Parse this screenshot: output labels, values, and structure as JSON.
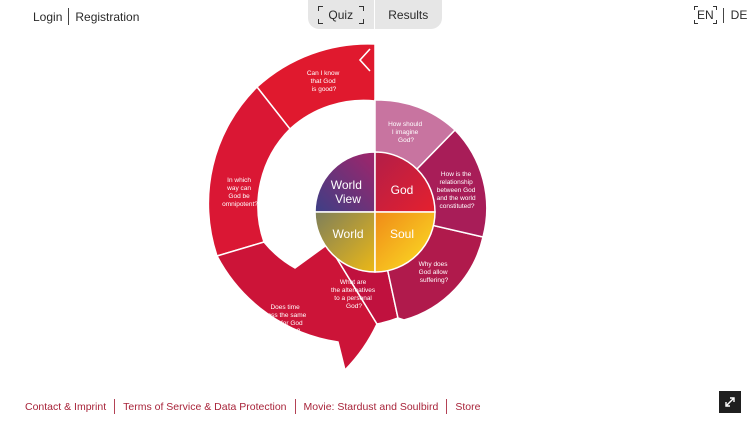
{
  "nav": {
    "login": "Login",
    "registration": "Registration"
  },
  "tabs": {
    "quiz": "Quiz",
    "results": "Results"
  },
  "lang": {
    "en": "EN",
    "de": "DE"
  },
  "center": {
    "god": "God",
    "soul": "Soul",
    "world": "World",
    "worldview": [
      "World",
      "View"
    ]
  },
  "questions": {
    "q1": [
      "Can I know",
      "that God",
      "is good?"
    ],
    "q2": [
      "In which",
      "way can",
      "God be",
      "omnipotent?"
    ],
    "q3": [
      "Does time",
      "pass the same",
      "way for God",
      "as for us?"
    ],
    "q4": [
      "What are",
      "the alternatives",
      "to a personal",
      "God?"
    ],
    "q5": [
      "Why does",
      "God allow",
      "suffering?"
    ],
    "q6": [
      "How is the",
      "relationship",
      "between God",
      "and the world",
      "constituted?"
    ],
    "q7": [
      "How should",
      "I imagine",
      "God?"
    ]
  },
  "footer": {
    "contact": "Contact & Imprint",
    "terms": "Terms of Service & Data Protection",
    "movie": "Movie: Stardust and Soulbird",
    "store": "Store"
  },
  "colors": {
    "red": "#e0192e",
    "crimson": "#c8133a",
    "pink_light": "#c874a0",
    "magenta": "#a81d58",
    "footer_text": "#a8243a"
  },
  "icons": {
    "back": "chevron-left-icon",
    "expand": "expand-icon"
  }
}
